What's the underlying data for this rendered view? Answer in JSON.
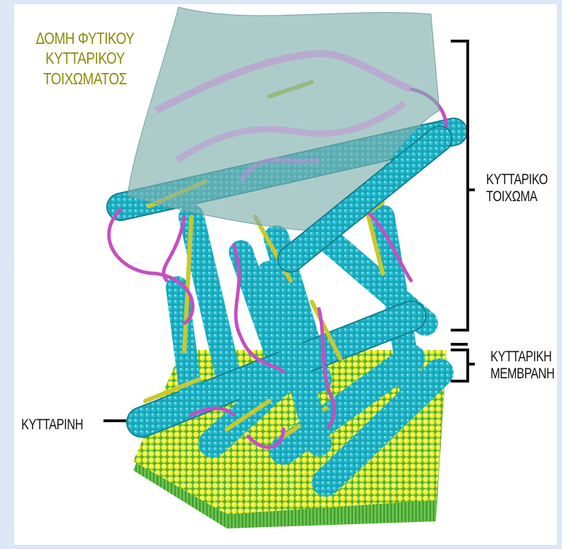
{
  "diagram": {
    "title_lines": [
      "ΔΟΜΗ ΦΥΤΙΚΟΥ",
      "ΚΥΤΤΑΡΙΚΟΥ",
      "ΤΟΙΧΩΜΑΤΟΣ"
    ],
    "labels": {
      "cell_wall": [
        "ΚΥΤΤΑΡΙΚΟ",
        "ΤΟΙΧΩΜΑ"
      ],
      "cell_membrane": [
        "ΚΥΤΤΑΡΙΚΗ",
        "ΜΕΜΒΡΑΝΗ"
      ],
      "cellulose": "ΚΥΤΤΑΡΙΝΗ"
    },
    "colors": {
      "cellulose": "#1aa8bb",
      "pectin": "#c44fc2",
      "hemicellulose": "#c9c92a",
      "membrane_heads": "#f0ec2a",
      "membrane_tails": "#3cae3a",
      "pectin_sheet": "#8ab7b4",
      "title": "#8d8a08"
    }
  }
}
